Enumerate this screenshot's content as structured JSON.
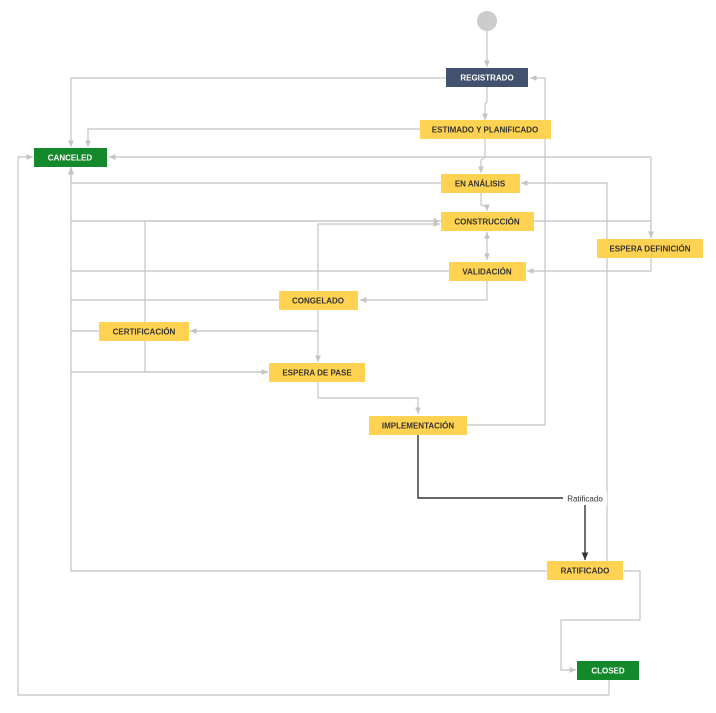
{
  "colors": {
    "in_progress": "#ffd351",
    "initial": "#42526e",
    "done": "#14892c",
    "start_dot": "#cccccc",
    "edge": "#c4c4c4",
    "edge_selected": "#333333"
  },
  "statuses": {
    "registrado": "REGISTRADO",
    "estimado": "ESTIMADO Y PLANIFICADO",
    "canceled": "CANCELED",
    "en_analisis": "EN ANÁLISIS",
    "construccion": "CONSTRUCCIÓN",
    "espera_definicion": "ESPERA DEFINICIÓN",
    "validacion": "VALIDACIÓN",
    "congelado": "CONGELADO",
    "certificacion": "CERTIFICACIÓN",
    "espera_pase": "ESPERA DE PASE",
    "implementacion": "IMPLEMENTACIÓN",
    "ratificado": "RATIFICADO",
    "closed": "CLOSED"
  },
  "transitions": {
    "ratificado_label": "Ratificado"
  }
}
